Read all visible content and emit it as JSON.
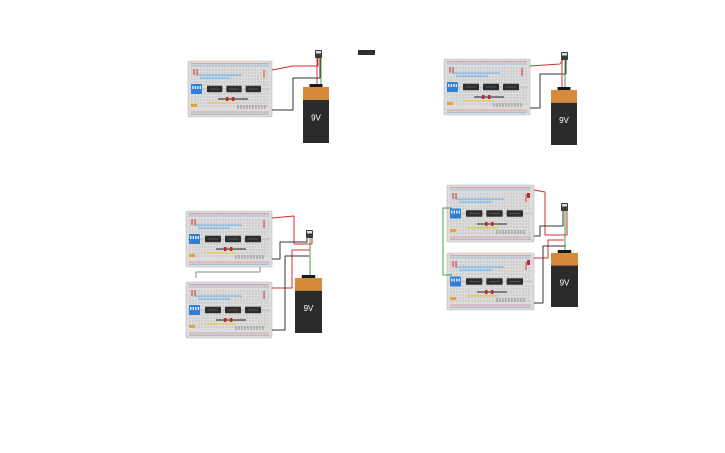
{
  "workspace": {
    "background": "#ffffff",
    "battery_label": "9V"
  },
  "colors": {
    "breadboard": "#dcdcdc",
    "breadboard_edge": "#b8b8b8",
    "hole": "#8f8f8f",
    "rail_red": "#e04545",
    "rail_blue": "#4a90d9",
    "chip": "#2e2e2e",
    "dip_switch": "#2f7fd6",
    "led": "#c62828",
    "wire_red": "#d32f2f",
    "wire_black": "#333333",
    "wire_green": "#43a047",
    "wire_blue": "#64b5f6",
    "wire_yellow": "#e6c229",
    "battery_copper": "#d68a3c",
    "battery_body": "#2b2b2b",
    "battery_cap": "#1a1a1a"
  },
  "circuits": [
    {
      "id": "circuit-1",
      "boards": 1,
      "chips": 3
    },
    {
      "id": "circuit-2",
      "boards": 1,
      "chips": 3
    },
    {
      "id": "circuit-3",
      "boards": 2,
      "chips": 3
    },
    {
      "id": "circuit-4",
      "boards": 2,
      "chips": 3
    }
  ],
  "loose_component": "ic-chip"
}
